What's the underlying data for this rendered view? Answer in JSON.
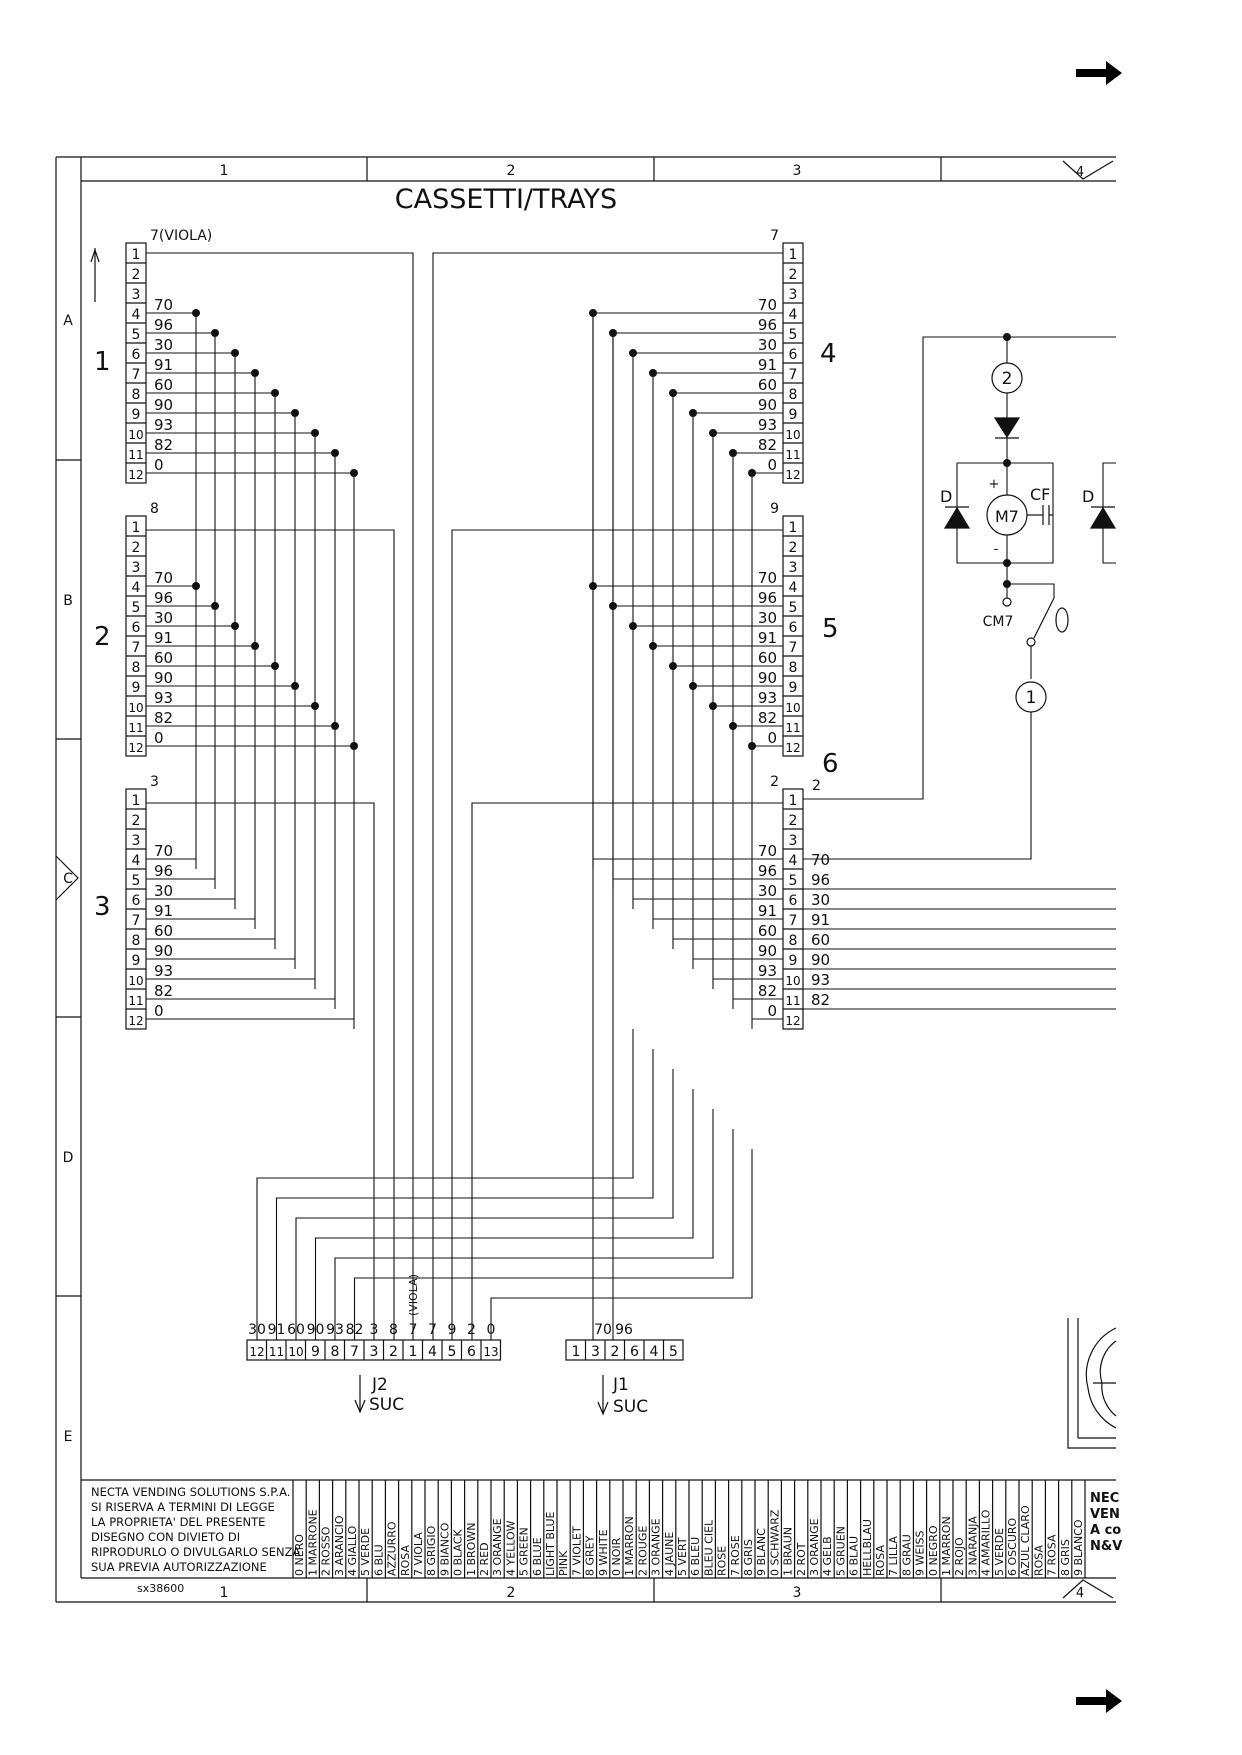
{
  "title": "CASSETTI/TRAYS",
  "columns": [
    "1",
    "2",
    "3",
    "4"
  ],
  "rows": [
    "A",
    "B",
    "C",
    "D",
    "E"
  ],
  "wire_labels": [
    "70",
    "96",
    "30",
    "91",
    "60",
    "90",
    "93",
    "82",
    "0"
  ],
  "pins": [
    "1",
    "2",
    "3",
    "4",
    "5",
    "6",
    "7",
    "8",
    "9",
    "10",
    "11",
    "12"
  ],
  "trays": [
    {
      "id": "1",
      "side": "left",
      "top_label": "7(VIOLA)"
    },
    {
      "id": "2",
      "side": "left",
      "top_label": "8"
    },
    {
      "id": "3",
      "side": "left",
      "top_label": "3"
    },
    {
      "id": "4",
      "side": "right",
      "top_label": "7"
    },
    {
      "id": "5",
      "side": "right",
      "top_label": "9"
    },
    {
      "id": "6",
      "side": "right",
      "top_label": "2"
    }
  ],
  "tray6_out_label": "2",
  "motor": {
    "label": "M7",
    "plus": "+",
    "minus": "-",
    "capacitor": "CF",
    "diode": "D",
    "diode2": "D",
    "node_top": "2",
    "node_bottom": "1",
    "switch": "CM7"
  },
  "j2": {
    "name": "J2",
    "sub": "SUC",
    "wires": [
      "30",
      "91",
      "60",
      "90",
      "93",
      "82",
      "3",
      "8",
      "7",
      "7",
      "9",
      "2",
      "0"
    ],
    "viola": "(VIOLA)",
    "pins": [
      "12",
      "11",
      "10",
      "9",
      "8",
      "7",
      "3",
      "2",
      "1",
      "4",
      "5",
      "6",
      "13"
    ]
  },
  "j1": {
    "name": "J1",
    "sub": "SUC",
    "wires": [
      "70",
      "96"
    ],
    "pins": [
      "1",
      "3",
      "2",
      "6",
      "4",
      "5"
    ]
  },
  "company_notice": [
    "NECTA VENDING SOLUTIONS S.P.A.",
    "SI RISERVA A TERMINI DI LEGGE",
    "LA PROPRIETA' DEL PRESENTE",
    "DISEGNO CON DIVIETO DI",
    "RIPRODURLO O DIVULGARLO SENZA",
    "SUA PREVIA AUTORIZZAZIONE"
  ],
  "drawing_number": "sx38600",
  "color_legend": [
    [
      "0 NERO",
      "1 MARRONE",
      "2 ROSSO",
      "3 ARANCIO",
      "4 GIALLO",
      "5 VERDE",
      "6 BLU",
      "AZZURRO",
      "ROSA",
      "7 VIOLA",
      "8 GRIGIO",
      "9 BIANCO"
    ],
    [
      "0 BLACK",
      "1 BROWN",
      "2 RED",
      "3 ORANGE",
      "4 YELLOW",
      "5 GREEN",
      "6 BLUE",
      "LIGHT BLUE",
      "PINK",
      "7 VIOLET",
      "8 GREY",
      "9 WHITE"
    ],
    [
      "0 NOIR",
      "1 MARRON",
      "2 ROUGE",
      "3 ORANGE",
      "4 JAUNE",
      "5 VERT",
      "6 BLEU",
      "BLEU CIEL",
      "ROSE",
      "7 ROSE",
      "8 GRIS",
      "9 BLANC"
    ],
    [
      "0 SCHWARZ",
      "1 BRAUN",
      "2 ROT",
      "3 ORANGE",
      "4 GELB",
      "5 GRUEN",
      "6 BLAU",
      "HELLBLAU",
      "ROSA",
      "7 LILLA",
      "8 GRAU",
      "9 WEISS"
    ],
    [
      "0 NEGRO",
      "1 MARRON",
      "2 ROJO",
      "3 NARANJA",
      "4 AMARILLO",
      "5 VERDE",
      "6 OSCURO",
      "AZUL CLARO",
      "ROSA",
      "7 ROSA",
      "8 GRIS",
      "9 BLANCO"
    ]
  ],
  "title_block_partial": [
    "NEC",
    "VEN",
    "A co",
    "N&V"
  ]
}
